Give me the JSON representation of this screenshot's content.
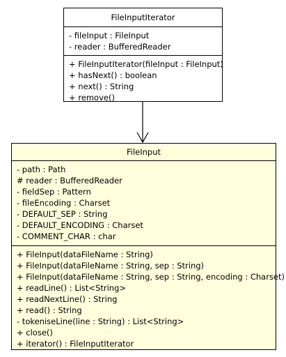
{
  "classes": {
    "fileinputiterator": {
      "name": "FileInputIterator",
      "attributes": [
        "- fileInput : FileInput",
        "- reader : BufferedReader"
      ],
      "operations": [
        "+ FileInputIterator(fileInput : FileInput)",
        "+ hasNext() : boolean",
        "+ next() : String",
        "+ remove()"
      ]
    },
    "fileinput": {
      "name": "FileInput",
      "attributes": [
        "- path : Path",
        "# reader : BufferedReader",
        "- fieldSep : Pattern",
        "- fileEncoding : Charset",
        "- DEFAULT_SEP : String",
        "- DEFAULT_ENCODING : Charset",
        "- COMMENT_CHAR : char"
      ],
      "operations": [
        "+ FileInput(dataFileName : String)",
        "+ FileInput(dataFileName : String, sep : String)",
        "+ FileInput(dataFileName : String, sep : String, encoding : Charset)",
        "+ readLine() : List<String>",
        "+ readNextLine() : String",
        "+ read() : String",
        "- tokeniseLine(line : String) : List<String>",
        "+ close()",
        "+ iterator() : FileInputIterator"
      ]
    }
  },
  "colors": {
    "highlight_fill": "#ffffdd",
    "default_fill": "#ffffff",
    "stroke": "#000000"
  }
}
